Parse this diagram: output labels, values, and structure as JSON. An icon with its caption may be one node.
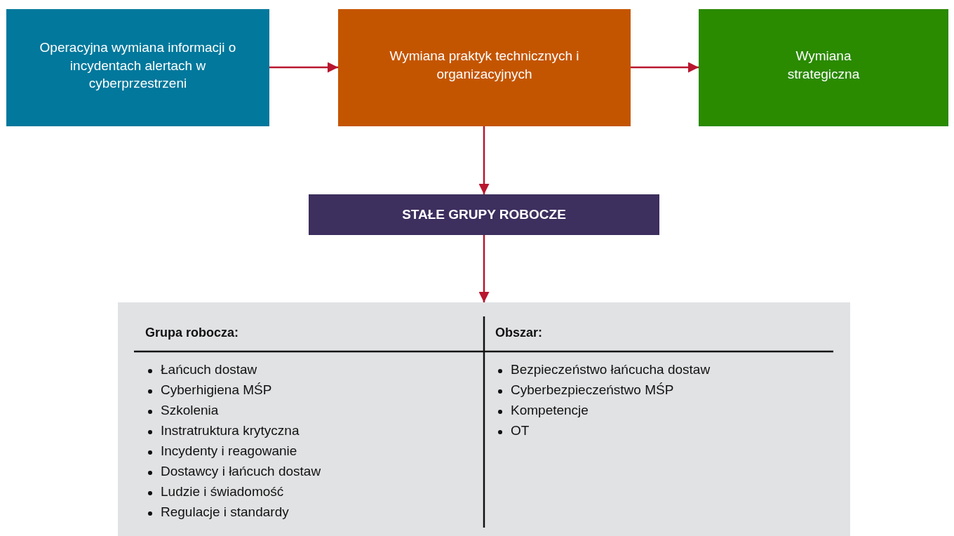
{
  "diagram": {
    "nodes": [
      {
        "text": [
          "Operacyjna wymiana informacji o incydentach alertach w cyberprzestrzeni"
        ]
      },
      {
        "text": [
          "Wymiana praktyk technicznych i organizacyjnych"
        ]
      },
      {
        "text": [
          "Wymiana strategiczna"
        ]
      },
      {
        "text": [
          "STAŁE GRUPY ROBOCZE"
        ]
      },
      {
        "text": [],
        "shape": "box"
      }
    ],
    "edges": [
      {
        "from": 0,
        "to": 1,
        "arrow": "to"
      },
      {
        "from": 1,
        "to": 2,
        "arrow": "to"
      },
      {
        "from": 1,
        "to": 3,
        "arrow": "to"
      },
      {
        "from": 3,
        "to": 4,
        "arrow": "to"
      }
    ],
    "labels": [
      "Grupa robocza:",
      "Obszar:",
      "Łańcuch dostaw",
      "Bezpieczeństwo łańcucha dostaw",
      "Cyberhigiena MŚP",
      "Cyberbezpieczeństwo MŚP",
      "Szkolenia",
      "Kompetencje",
      "Instratruktura krytyczna",
      "OT",
      "Incydenty i reagowanie",
      "Dostawcy i łańcuch dostaw",
      "Ludzie i świadomość",
      "Regulacje i standardy"
    ]
  }
}
